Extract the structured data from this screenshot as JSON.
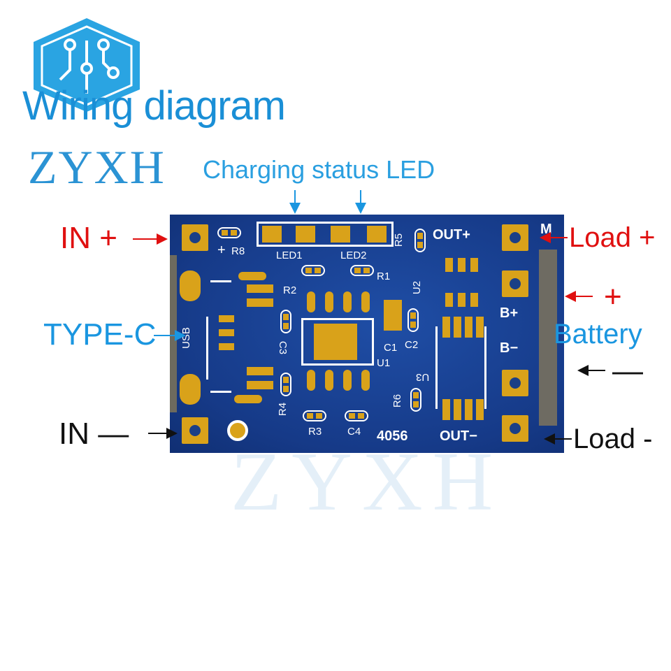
{
  "heading": "Wiring diagram",
  "brand": "ZYXH",
  "led_heading": "Charging status LED",
  "watermark": "ZYXH",
  "labels": {
    "in_plus": "IN +",
    "in_minus": "IN —",
    "type_c": "TYPE-C",
    "load_plus": "Load +",
    "battery_plus": "+",
    "battery": "Battery",
    "battery_minus": "—",
    "load_minus": "Load -"
  },
  "silkscreen": {
    "r8": "R8",
    "plus": "+",
    "led1": "LED1",
    "led2": "LED2",
    "r5": "R5",
    "out_plus": "OUT+",
    "m": "M",
    "r1": "R1",
    "r2": "R2",
    "u2": "U2",
    "usb": "USB",
    "c3": "C3",
    "c1": "C1",
    "c2": "C2",
    "u1": "U1",
    "b_plus": "B+",
    "b_minus": "B−",
    "u3": "U3",
    "r6": "R6",
    "r4": "R4",
    "r3": "R3",
    "c4": "C4",
    "model": "4056",
    "out_minus": "OUT−"
  },
  "colors": {
    "board": "#173f93",
    "pad": "#d9a21a",
    "red_label": "#e01010",
    "blue_label": "#1a96e0"
  }
}
